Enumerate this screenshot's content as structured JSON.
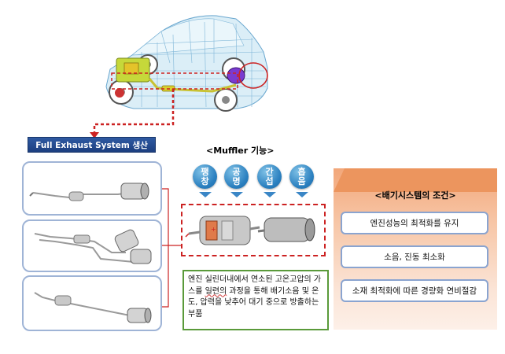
{
  "system_label": "Full Exhaust System 생산",
  "muffler": {
    "title": "<Muffler 기능>",
    "functions": [
      {
        "line1": "팽",
        "line2": "창"
      },
      {
        "line1": "공",
        "line2": "명"
      },
      {
        "line1": "간",
        "line2": "섭"
      },
      {
        "line1": "흡",
        "line2": "음"
      }
    ],
    "description_part1": "엔진 실린더내에서 연소된 고온고압의 가스를 ",
    "description_part2": "일련의",
    "description_part3": " 과정을 통해 배기소음 및 온도, 압력을 낮추어 대기 중으로 방출하는 부품"
  },
  "conditions": {
    "title": "<배기시스템의 조건>",
    "items": [
      "엔진성능의 최적화를 유지",
      "소음, 진동 최소화",
      "소재 최적화에 따른 경량화 연비절감"
    ]
  },
  "colors": {
    "title_bar": "#1f4587",
    "red_dashed": "#cc2222",
    "circle_blue": "#2a7fbf",
    "desc_border": "#5a9a3a",
    "panel_orange": "#f2a77a",
    "item_border": "#8aa4d0"
  }
}
